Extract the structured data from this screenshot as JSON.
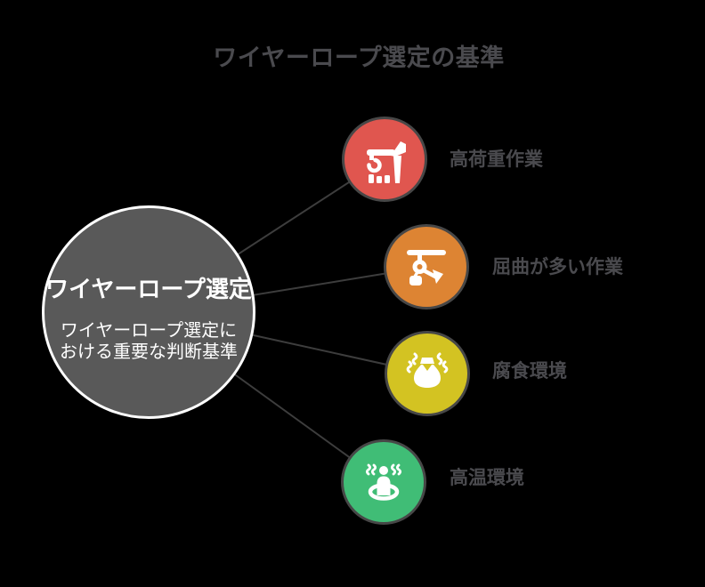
{
  "title": "ワイヤーロープ選定の基準",
  "center": {
    "heading": "ワイヤーロープ選定",
    "sub_line1": "ワイヤーロープ選定に",
    "sub_line2": "おける重要な判断基準"
  },
  "nodes": [
    {
      "label": "高荷重作業",
      "color": "#e0564f",
      "icon": "crane-icon"
    },
    {
      "label": "屈曲が多い作業",
      "color": "#dd8433",
      "icon": "pulley-icon"
    },
    {
      "label": "腐食環境",
      "color": "#d3c322",
      "icon": "corrosion-bag-icon"
    },
    {
      "label": "高温環境",
      "color": "#40bd76",
      "icon": "hot-spring-person-icon"
    }
  ],
  "colors": {
    "background": "#000000",
    "center_fill": "#595959",
    "center_border": "#ffffff",
    "node_border": "#474747",
    "connector_line": "#3d3d3d",
    "title_text": "#4a4a4e",
    "label_text": "#4a4a4e",
    "icon": "#ffffff"
  }
}
